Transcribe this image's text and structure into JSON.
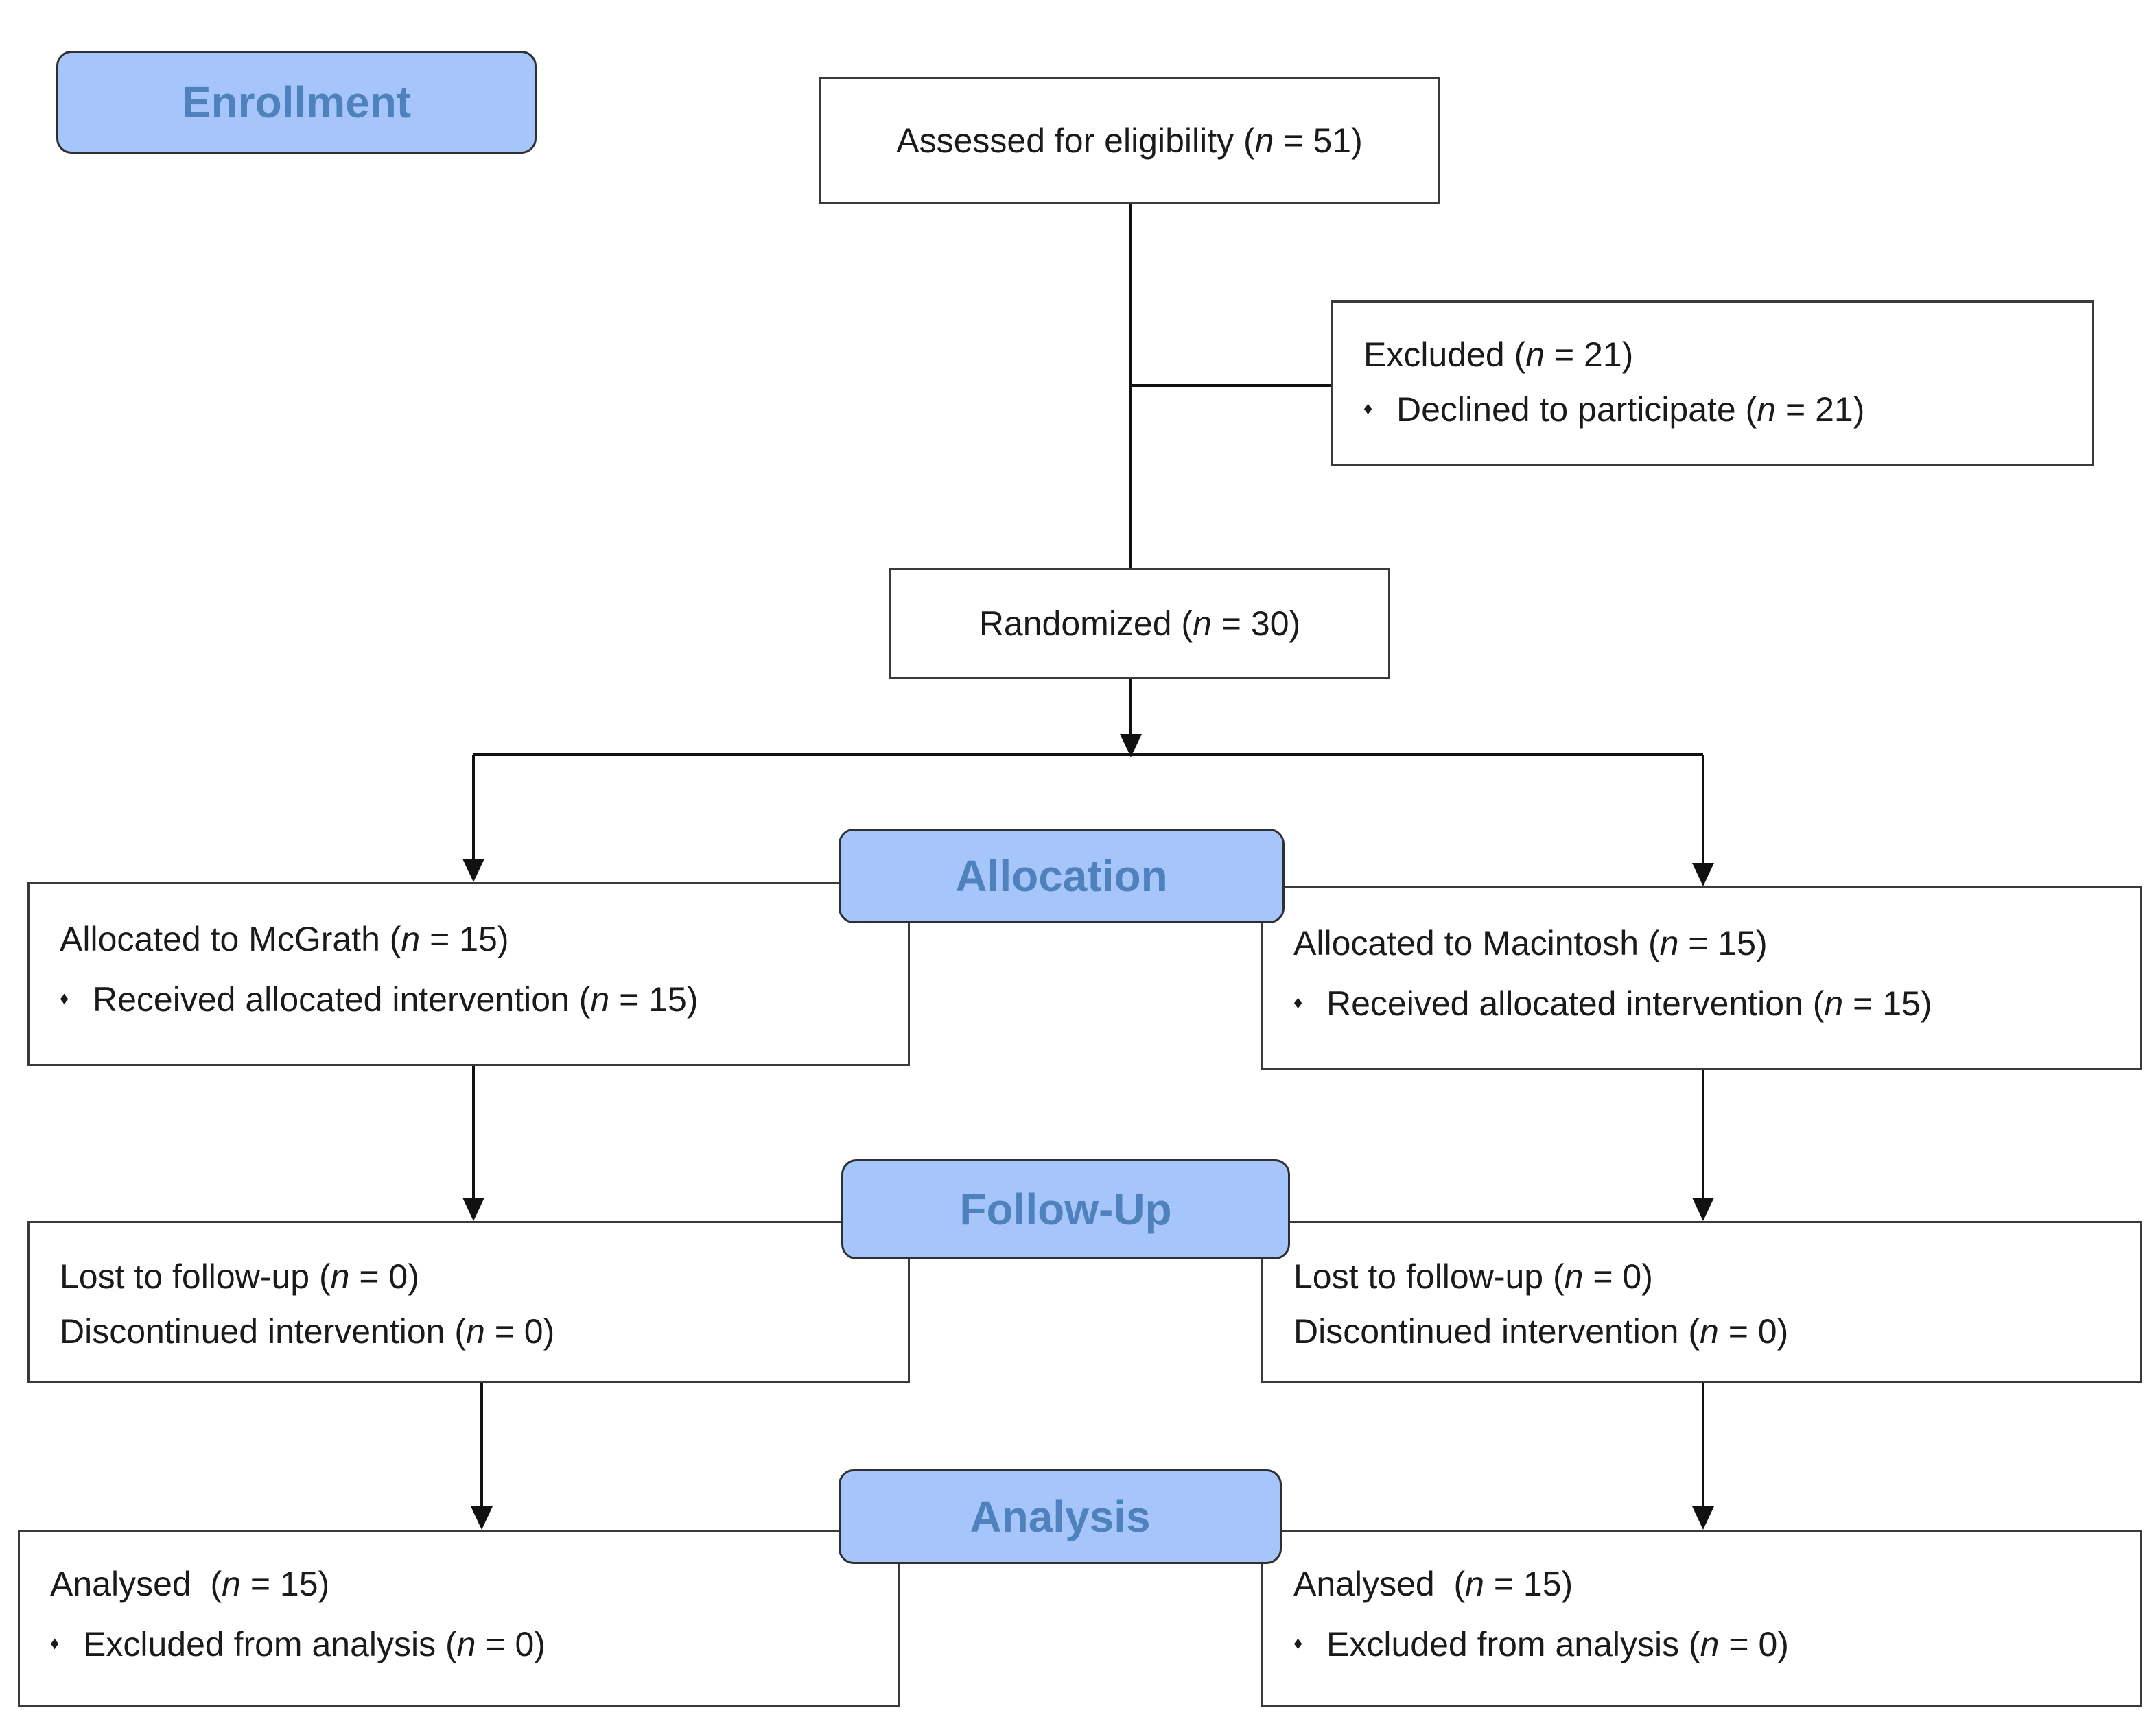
{
  "stages": {
    "enrollment": "Enrollment",
    "allocation": "Allocation",
    "follow_up": "Follow-Up",
    "analysis": "Analysis"
  },
  "eligibility": {
    "label": "Assessed for eligibility (",
    "n_symbol": "n",
    "value": " = 51)"
  },
  "excluded": {
    "label": "Excluded (",
    "n_symbol": "n",
    "value": " = 21)",
    "bullet": "♦",
    "item_label": "Declined to participate (",
    "item_value": " = 21)"
  },
  "randomized": {
    "label": "Randomized (",
    "n_symbol": "n",
    "value": " = 30)"
  },
  "arms": {
    "left": {
      "allocated_label": "Allocated to McGrath (",
      "allocated_value": " = 15)",
      "received_label": "Received allocated intervention (",
      "received_value": " = 15)",
      "lost_label": "Lost to follow-up (",
      "lost_value": " = 0)",
      "discontinued_label": "Discontinued intervention (",
      "discontinued_value": " = 0)",
      "analysed_label": "Analysed  (",
      "analysed_value": " = 15)",
      "excluded_label": "Excluded from analysis (",
      "excluded_value": " = 0)"
    },
    "right": {
      "allocated_label": "Allocated to Macintosh (",
      "allocated_value": " = 15)",
      "received_label": "Received allocated intervention (",
      "received_value": " = 15)",
      "lost_label": "Lost to follow-up (",
      "lost_value": " = 0)",
      "discontinued_label": "Discontinued intervention (",
      "discontinued_value": " = 0)",
      "analysed_label": "Analysed  (",
      "analysed_value": " = 15)",
      "excluded_label": "Excluded from analysis (",
      "excluded_value": " = 0)"
    }
  },
  "n_symbol": "n",
  "bullet": "♦",
  "colors": {
    "stage_fill": "#a6c6fb",
    "stage_text": "#4f82bd",
    "box_border": "#3a3a3a",
    "connector": "#111111"
  }
}
